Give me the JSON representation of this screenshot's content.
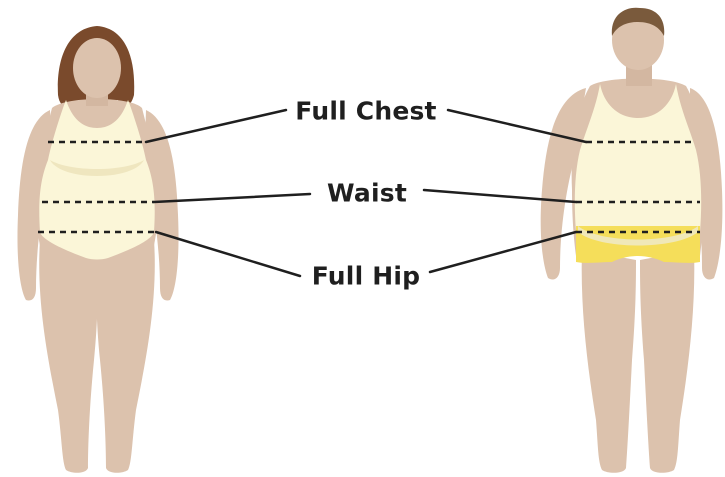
{
  "labels": {
    "full_chest": "Full Chest",
    "waist": "Waist",
    "full_hip": "Full Hip"
  },
  "colors": {
    "skin": "#dcc2ad",
    "skin_shadow": "#c9ad97",
    "hair_female": "#7a4a2c",
    "hair_male": "#7a5a3c",
    "garment": "#fbf6d8",
    "shorts": "#f5de5a",
    "line": "#1f1f1f"
  }
}
